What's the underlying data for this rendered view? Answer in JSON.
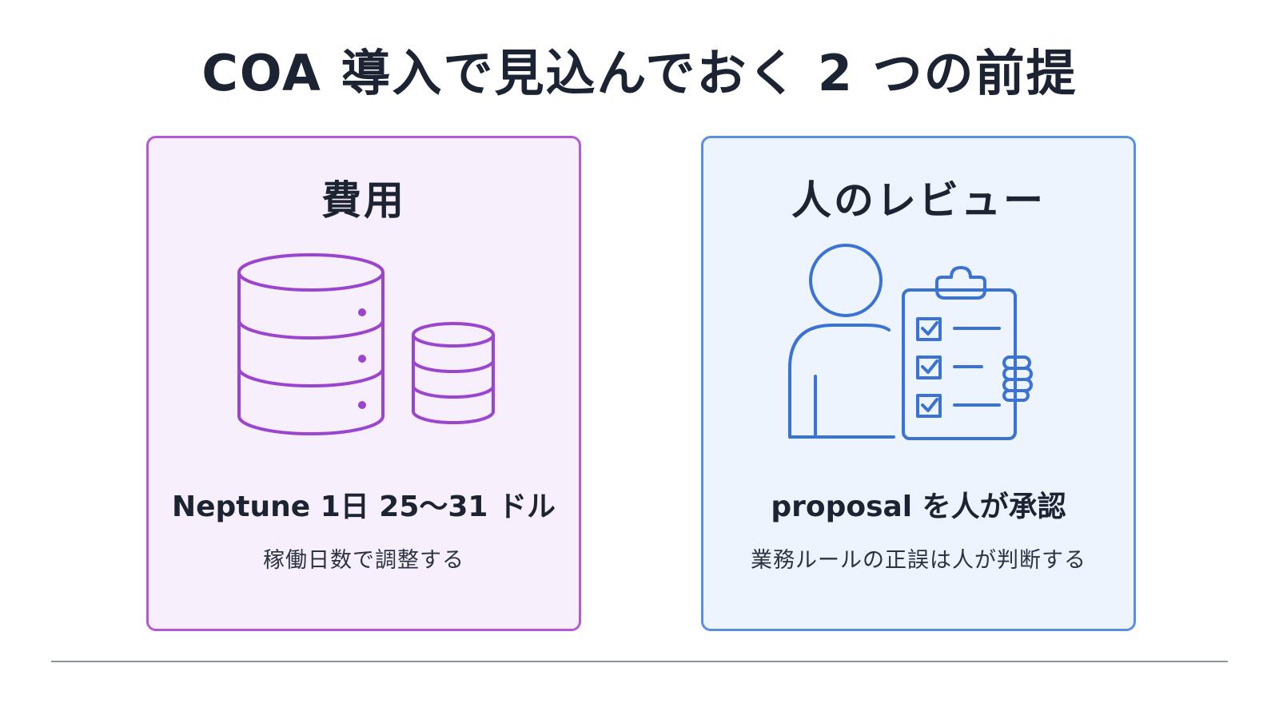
{
  "slide": {
    "title": "COA 導入で見込んでおく 2 つの前提"
  },
  "cards": [
    {
      "title": "費用",
      "icon": "database-icon",
      "headline": "Neptune 1日 25〜31 ドル",
      "note": "稼働日数で調整する",
      "accent_color": "#b558d9",
      "background_color": "#f8effc"
    },
    {
      "title": "人のレビュー",
      "icon": "person-checklist-icon",
      "headline": "proposal を人が承認",
      "note": "業務ルールの正誤は人が判断する",
      "accent_color": "#5a8fe0",
      "background_color": "#eef4fd"
    }
  ],
  "colors": {
    "title_text": "#1c2433",
    "divider": "#8a96a6"
  }
}
